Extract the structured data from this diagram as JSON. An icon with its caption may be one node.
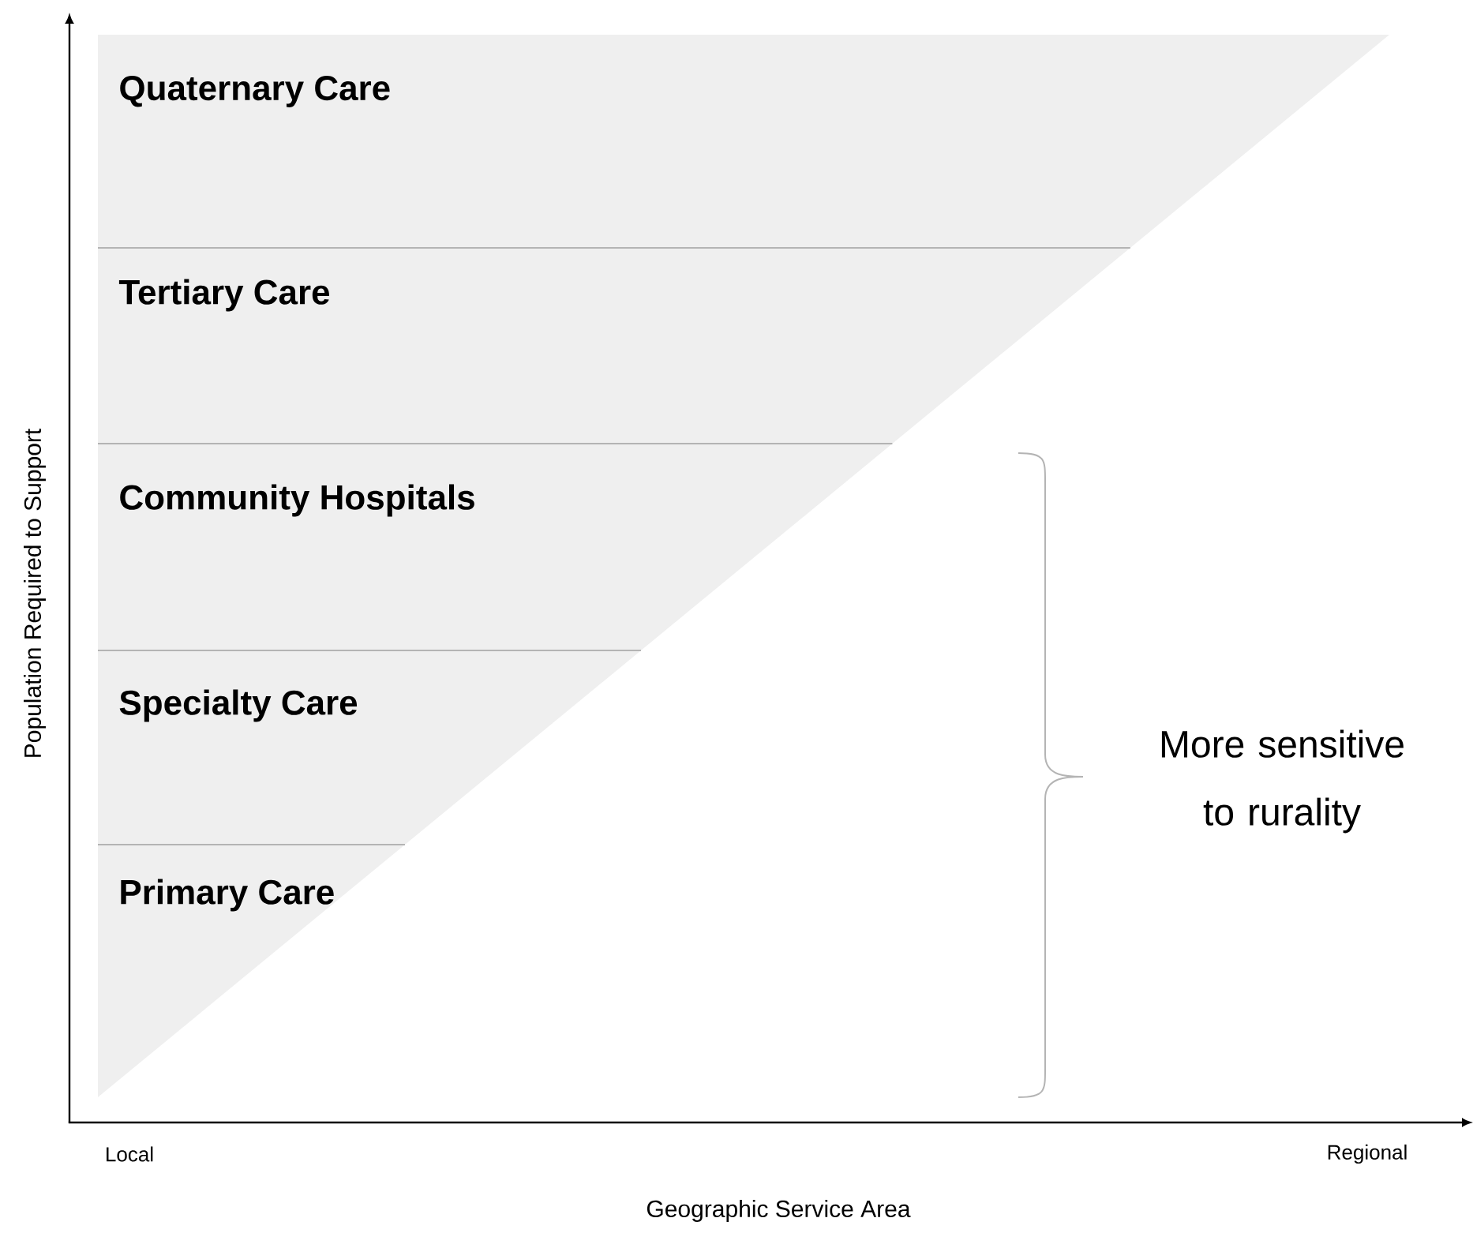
{
  "diagram": {
    "nodes": [
      {
        "text": [
          "Quaternary Care"
        ]
      },
      {
        "text": [
          "Tertiary Care"
        ]
      },
      {
        "text": [
          "Community Hospitals"
        ]
      },
      {
        "text": [
          "Specialty Care"
        ]
      },
      {
        "text": [
          "Primary Care"
        ]
      }
    ],
    "labels": [
      "Population Required to Support",
      "More sensitive to rurality",
      "Local",
      "Regional",
      "Geographic Service Area"
    ]
  }
}
